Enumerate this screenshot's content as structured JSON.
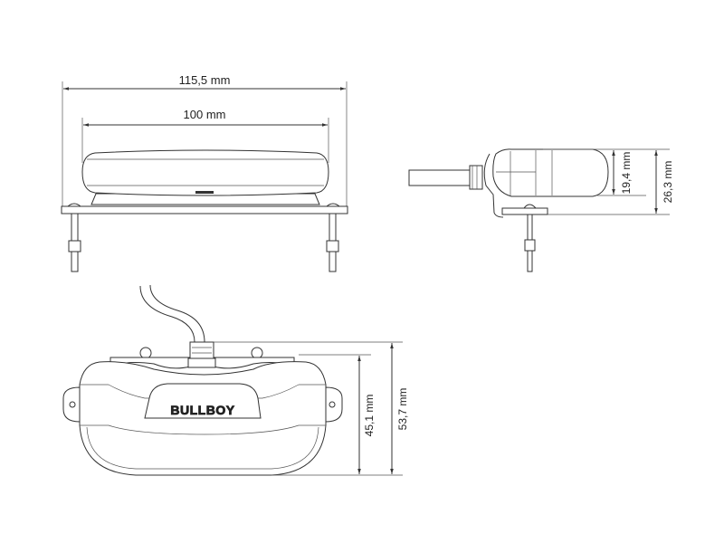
{
  "front_view": {
    "overall_width": "115,5 mm",
    "body_width": "100 mm"
  },
  "side_view": {
    "body_height": "19,4 mm",
    "overall_height": "26,3 mm"
  },
  "top_view": {
    "body_depth": "45,1 mm",
    "overall_depth": "53,7 mm",
    "brand_logo": "BULLBOY"
  },
  "colors": {
    "line": "#333333",
    "background": "#ffffff"
  }
}
